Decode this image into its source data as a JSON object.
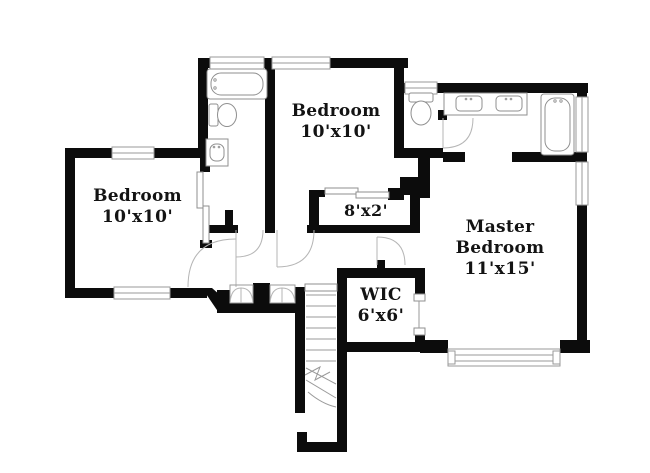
{
  "floor_plan": {
    "type": "residential-upper-floor-plan",
    "background_color": "#ffffff",
    "wall_color": "#0c0c0c",
    "line_color": "#9a9a9a",
    "rooms": [
      {
        "id": "bedroom-left",
        "label_lines": [
          "Bedroom",
          "10'x10'"
        ]
      },
      {
        "id": "bedroom-middle",
        "label_lines": [
          "Bedroom",
          "10'x10'"
        ]
      },
      {
        "id": "closet-8x2",
        "label_lines": [
          "8'x2'"
        ]
      },
      {
        "id": "master-bedroom",
        "label_lines": [
          "Master",
          "Bedroom",
          "11'x15'"
        ]
      },
      {
        "id": "wic",
        "label_lines": [
          "WIC",
          "6'x6'"
        ]
      }
    ],
    "fixtures": [
      "hall-bathtub",
      "hall-toilet",
      "hall-sink",
      "master-double-vanity",
      "master-toilet",
      "master-bathtub",
      "stairs",
      "hall-bifold-closets",
      "sliding-closet-doors",
      "windows",
      "swing-doors"
    ]
  }
}
